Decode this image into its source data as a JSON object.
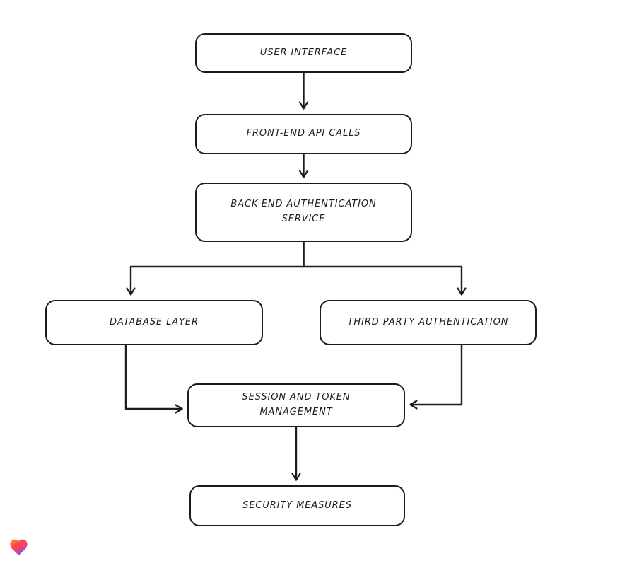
{
  "canvas": {
    "background": "#ffffff",
    "stroke_color": "#1c1c1c"
  },
  "diagram": {
    "type": "flowchart",
    "nodes": [
      {
        "id": "user-interface",
        "label": "USER INTERFACE"
      },
      {
        "id": "front-end-api-calls",
        "label": "FRONT-END API CALLS"
      },
      {
        "id": "back-end-authentication-service",
        "label": "BACK-END AUTHENTICATION SERVICE"
      },
      {
        "id": "database-layer",
        "label": "DATABASE LAYER"
      },
      {
        "id": "third-party-authentication",
        "label": "THIRD PARTY AUTHENTICATION"
      },
      {
        "id": "session-and-token-management",
        "label": "SESSION AND TOKEN MANAGEMENT"
      },
      {
        "id": "security-measures",
        "label": "SECURITY MEASURES"
      }
    ],
    "edges": [
      {
        "from": "user-interface",
        "to": "front-end-api-calls"
      },
      {
        "from": "front-end-api-calls",
        "to": "back-end-authentication-service"
      },
      {
        "from": "back-end-authentication-service",
        "to": "database-layer"
      },
      {
        "from": "back-end-authentication-service",
        "to": "third-party-authentication"
      },
      {
        "from": "database-layer",
        "to": "session-and-token-management"
      },
      {
        "from": "third-party-authentication",
        "to": "session-and-token-management"
      },
      {
        "from": "session-and-token-management",
        "to": "security-measures"
      }
    ],
    "logo": {
      "icon": "heart-logo",
      "colors": [
        "#ff9d2e",
        "#ff4848",
        "#f43f78",
        "#2f6bff"
      ]
    }
  }
}
